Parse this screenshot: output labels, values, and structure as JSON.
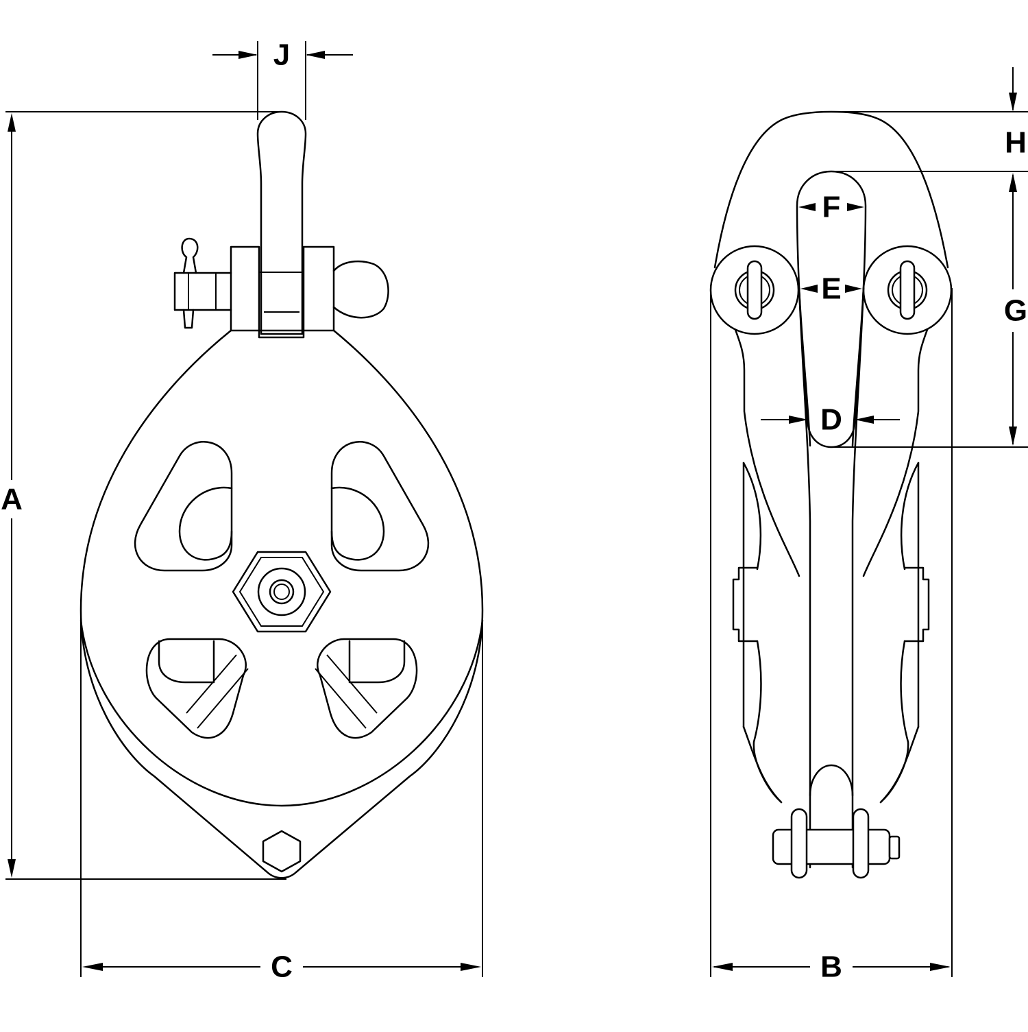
{
  "diagram": {
    "labels": {
      "A": "A",
      "B": "B",
      "C": "C",
      "D": "D",
      "E": "E",
      "F": "F",
      "G": "G",
      "H": "H",
      "J": "J"
    },
    "colors": {
      "line": "#000000",
      "background": "#ffffff"
    }
  }
}
